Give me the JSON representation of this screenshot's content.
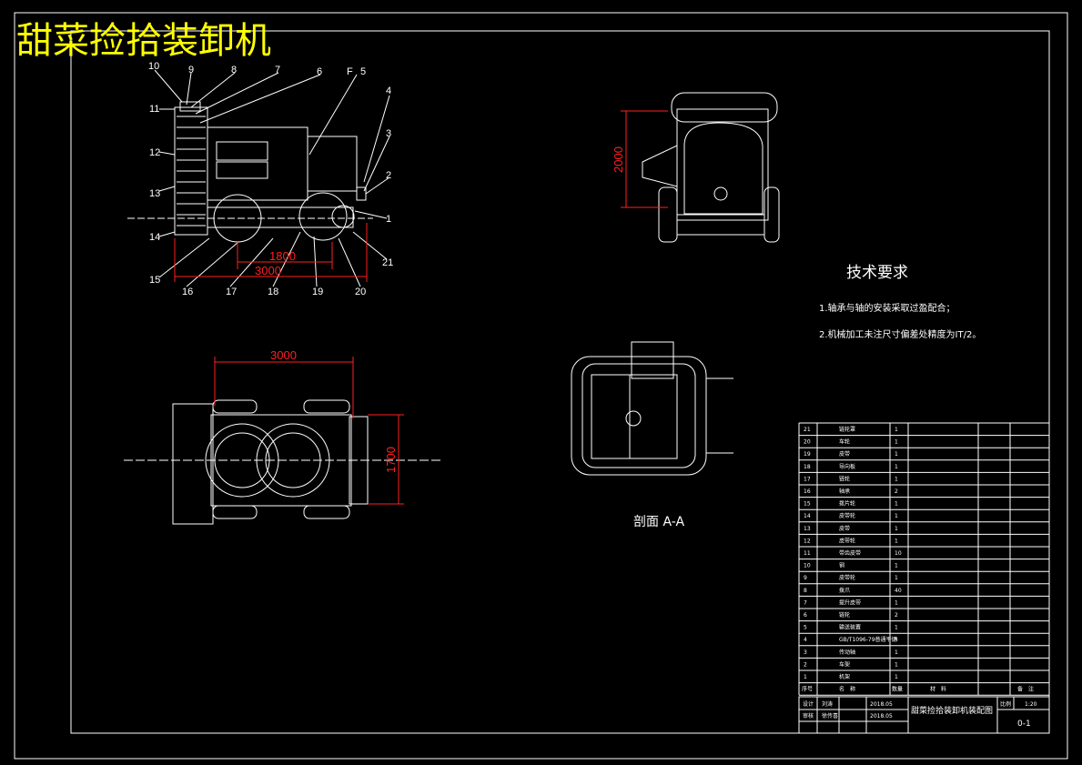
{
  "title": "甜菜捡拾装卸机",
  "front_view": {
    "part_labels": [
      "1",
      "2",
      "3",
      "4",
      "5",
      "6",
      "7",
      "8",
      "9",
      "10",
      "11",
      "12",
      "13",
      "14",
      "15",
      "16",
      "17",
      "18",
      "19",
      "20",
      "21"
    ],
    "section_mark": "F",
    "dim_1800": "1800",
    "dim_3000": "3000"
  },
  "side_view": {
    "dim_2000": "2000"
  },
  "top_view": {
    "dim_3000": "3000",
    "dim_1700": "1700"
  },
  "section_view": {
    "label": "剖面 A-A"
  },
  "tech_requirements": {
    "heading": "技术要求",
    "items": [
      "1.轴承与轴的安装采取过盈配合；",
      "2.机械加工未注尺寸偏差处精度为IT/2。"
    ]
  },
  "bom": {
    "rows": [
      {
        "no": "21",
        "name": "链轮罩",
        "qty": "1"
      },
      {
        "no": "20",
        "name": "车轮",
        "qty": "1"
      },
      {
        "no": "19",
        "name": "皮带",
        "qty": "1"
      },
      {
        "no": "18",
        "name": "导向板",
        "qty": "1"
      },
      {
        "no": "17",
        "name": "链轮",
        "qty": "1"
      },
      {
        "no": "16",
        "name": "轴承",
        "qty": "2"
      },
      {
        "no": "15",
        "name": "拨片轮",
        "qty": "1"
      },
      {
        "no": "14",
        "name": "皮带轮",
        "qty": "1"
      },
      {
        "no": "13",
        "name": "皮带",
        "qty": "1"
      },
      {
        "no": "12",
        "name": "皮带轮",
        "qty": "1"
      },
      {
        "no": "11",
        "name": "带齿皮带",
        "qty": "10"
      },
      {
        "no": "10",
        "name": "钢",
        "qty": "1"
      },
      {
        "no": "9",
        "name": "皮带轮",
        "qty": "1"
      },
      {
        "no": "8",
        "name": "拨爪",
        "qty": "40"
      },
      {
        "no": "7",
        "name": "提升皮带",
        "qty": "1"
      },
      {
        "no": "6",
        "name": "链轮",
        "qty": "2"
      },
      {
        "no": "5",
        "name": "输送装置",
        "qty": "1"
      },
      {
        "no": "4",
        "name": "GB/T1096-79普通平键",
        "qty": "4"
      },
      {
        "no": "3",
        "name": "传动轴",
        "qty": "1"
      },
      {
        "no": "2",
        "name": "车架",
        "qty": "1"
      },
      {
        "no": "1",
        "name": "机架",
        "qty": "1"
      }
    ],
    "header": {
      "no": "序号",
      "name": "名　称",
      "qty": "数量",
      "material": "材　料",
      "remark": "备　注"
    }
  },
  "title_block": {
    "design_label": "设计",
    "design_name": "刘涛",
    "design_date": "2018.05",
    "check_label": "审核",
    "check_name": "徐传喜",
    "check_date": "2018.05",
    "drawing_title": "甜菜捡拾装卸机装配图",
    "scale_label": "比例",
    "scale_value": "1:20",
    "drawing_no": "0-1"
  }
}
